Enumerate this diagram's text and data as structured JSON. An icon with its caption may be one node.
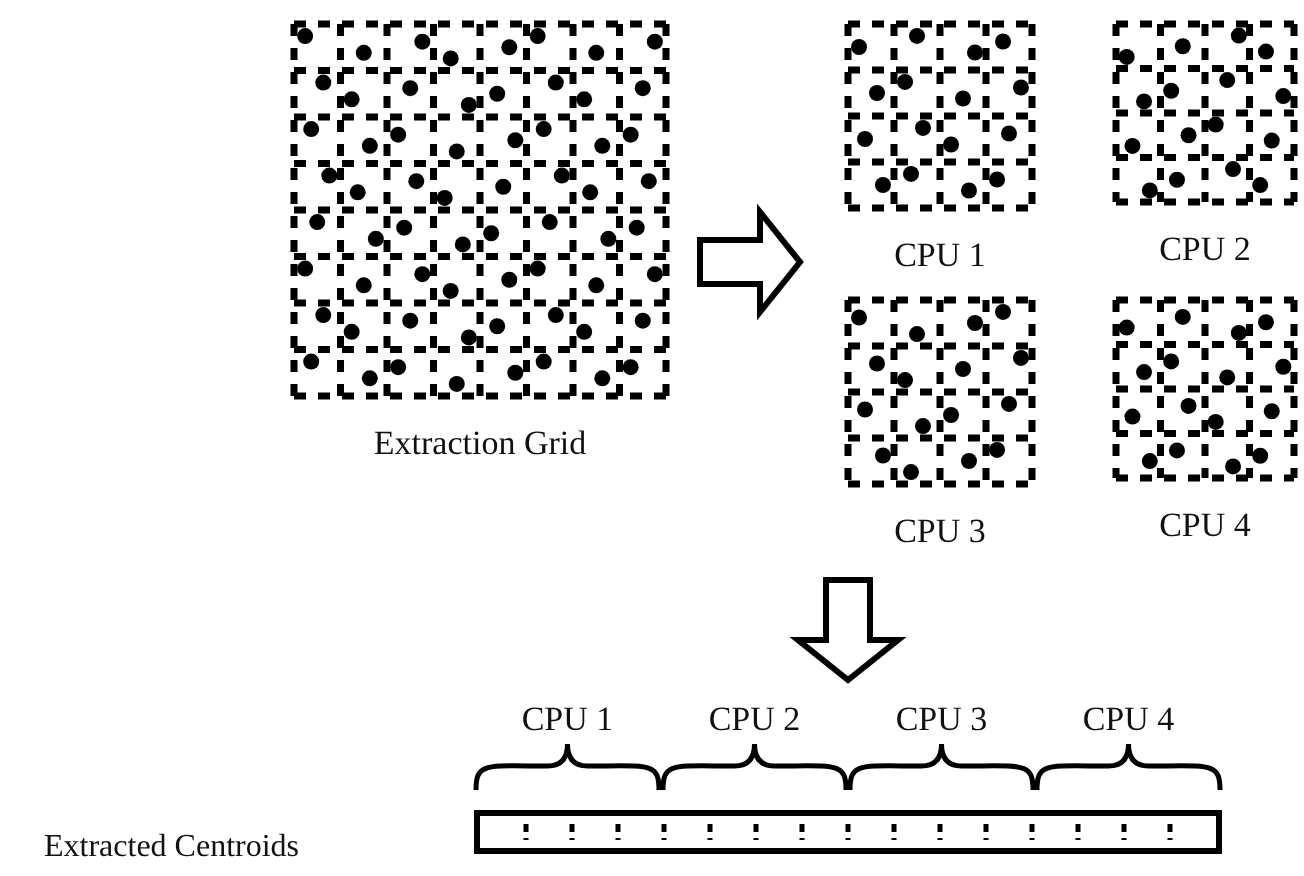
{
  "diagram": {
    "nodes": [
      {
        "text": [
          "Extraction Grid"
        ]
      },
      {
        "text": [
          "CPU 1"
        ]
      },
      {
        "text": [
          "CPU 2"
        ]
      },
      {
        "text": [
          "CPU 3"
        ]
      },
      {
        "text": [
          "CPU 4"
        ]
      },
      {
        "text": [],
        "shape": "bar"
      }
    ],
    "edges": [
      {
        "from": 0,
        "to": null,
        "arrow": "to"
      },
      {
        "from": 3,
        "to": 5,
        "arrow": "to"
      }
    ],
    "labels": [
      "CPU 1",
      "CPU 2",
      "CPU 3",
      "CPU 4",
      "Extracted Centroids"
    ]
  }
}
